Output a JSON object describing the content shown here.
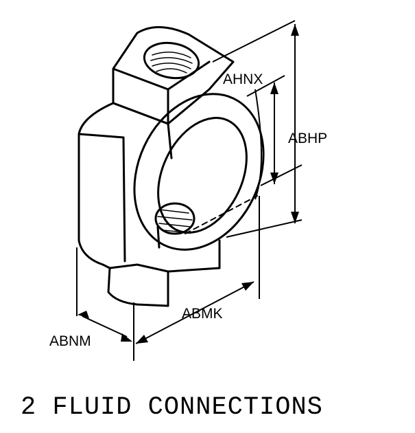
{
  "diagram": {
    "dimension_labels": {
      "ahnx": "AHNX",
      "abhp": "ABHP",
      "abmk": "ABMK",
      "abnm": "ABNM"
    },
    "caption": "2 FLUID CONNECTIONS",
    "line_color": "#000000"
  }
}
